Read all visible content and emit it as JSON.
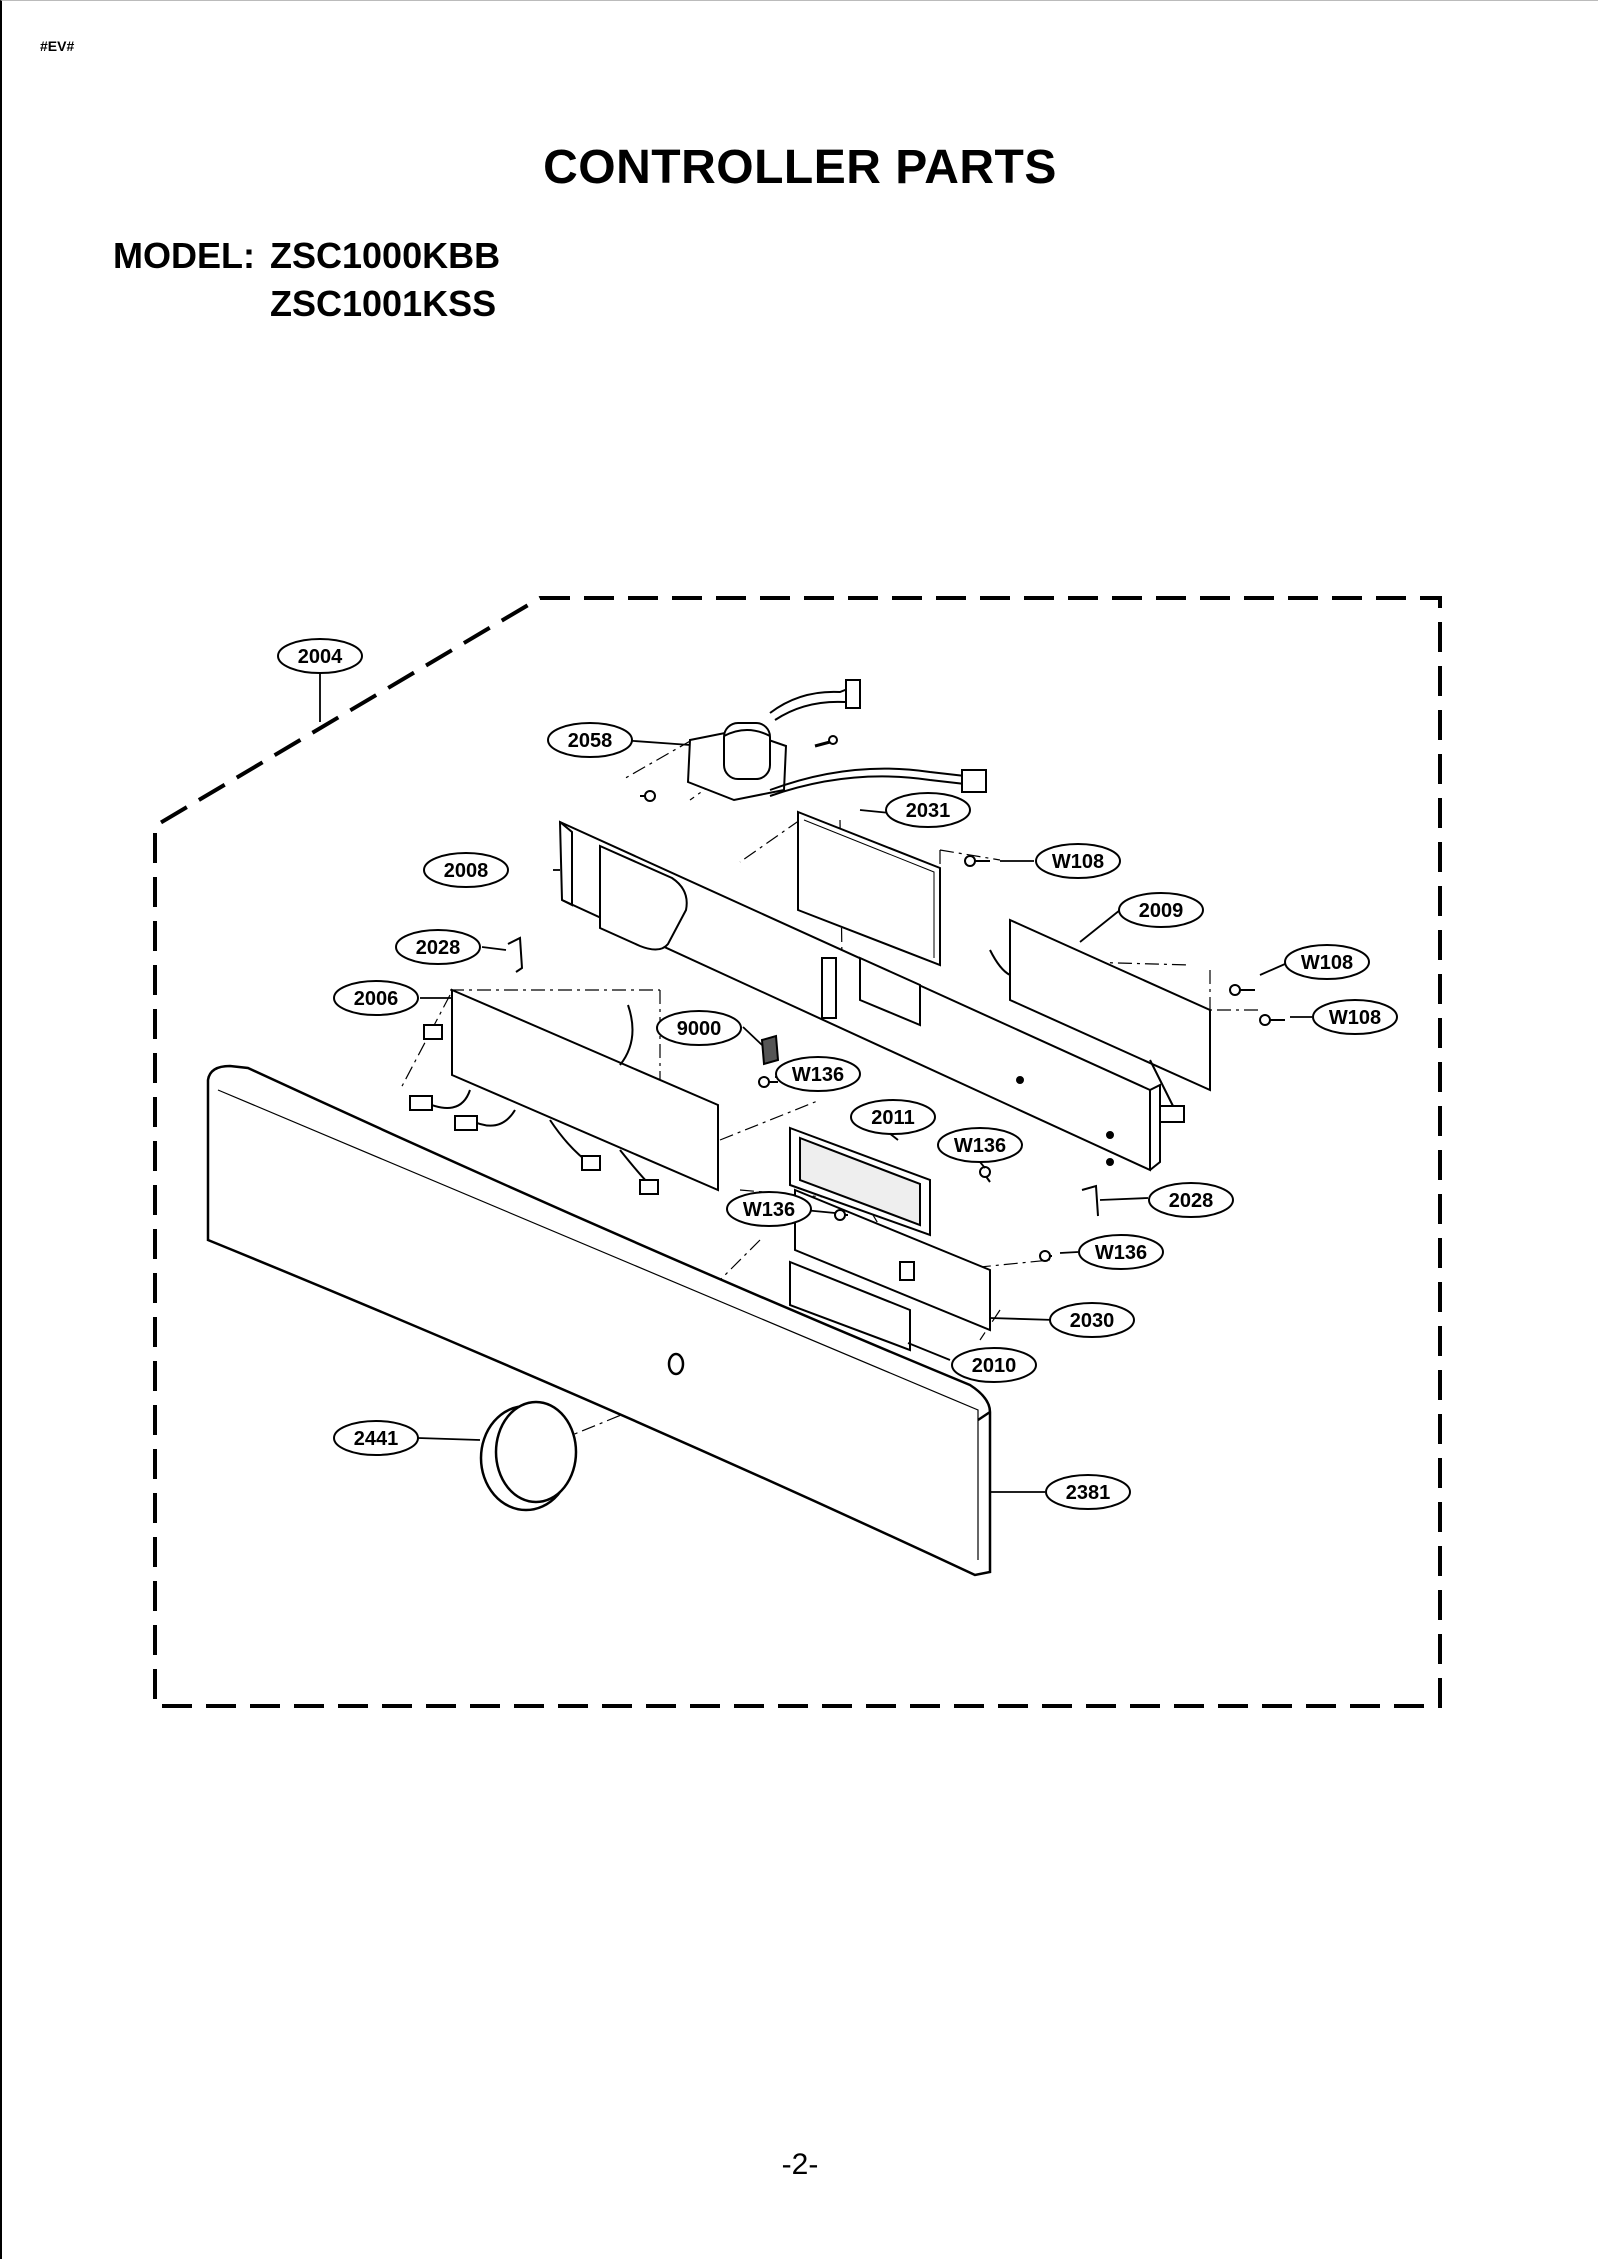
{
  "header": {
    "doc_code": "#EV#",
    "title": "CONTROLLER PARTS"
  },
  "model": {
    "label": "MODEL:",
    "numbers": [
      "ZSC1000KBB",
      "ZSC1001KSS"
    ]
  },
  "callouts": {
    "c2004": "2004",
    "c2058": "2058",
    "c2031": "2031",
    "c2008": "2008",
    "cW108a": "W108",
    "c2009": "2009",
    "c2028a": "2028",
    "cW108b": "W108",
    "c2006": "2006",
    "cW108c": "W108",
    "c9000": "9000",
    "cW136a": "W136",
    "c2011": "2011",
    "cW136b": "W136",
    "c2028b": "2028",
    "cW136c": "W136",
    "cW136d": "W136",
    "c2030": "2030",
    "c2010": "2010",
    "c2441": "2441",
    "c2381": "2381"
  },
  "footer": {
    "page_number": "-2-"
  }
}
